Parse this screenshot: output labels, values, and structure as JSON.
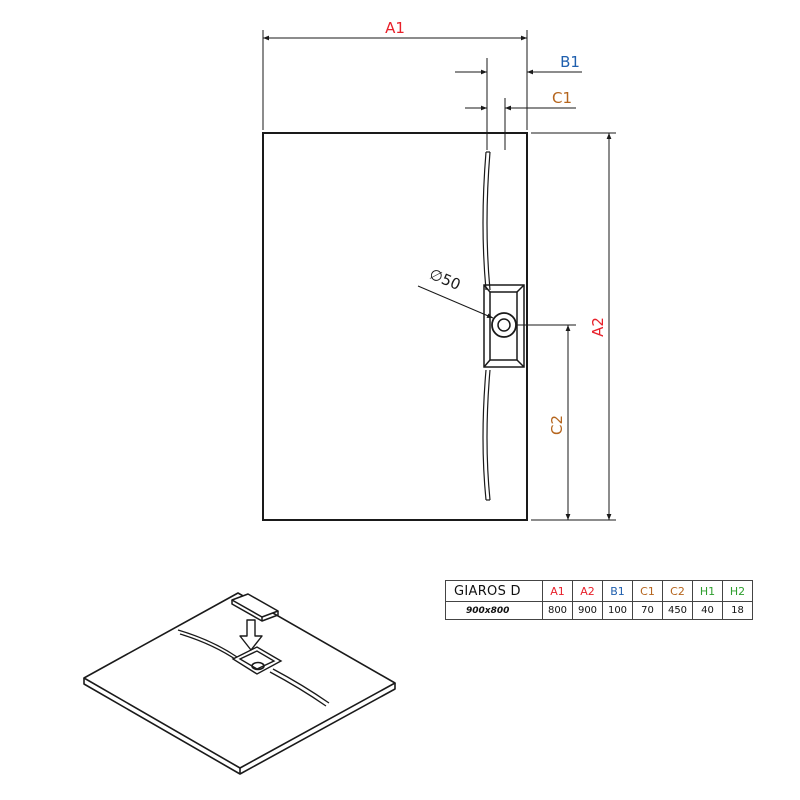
{
  "colors": {
    "line": "#1a1a1a",
    "A": "#e8202a",
    "B": "#1f5fae",
    "C": "#b5651d",
    "H": "#2e9e2e"
  },
  "drawing": {
    "dimension_labels": {
      "A1": "A1",
      "A2": "A2",
      "B1": "B1",
      "C1": "C1",
      "C2": "C2"
    },
    "drain_diameter_label": "∅50"
  },
  "spec_table": {
    "model": "GIAROS D",
    "size": "900x800",
    "columns": [
      {
        "key": "A1",
        "label": "A1",
        "value": "800",
        "color": "#e8202a"
      },
      {
        "key": "A2",
        "label": "A2",
        "value": "900",
        "color": "#e8202a"
      },
      {
        "key": "B1",
        "label": "B1",
        "value": "100",
        "color": "#1f5fae"
      },
      {
        "key": "C1",
        "label": "C1",
        "value": "70",
        "color": "#b5651d"
      },
      {
        "key": "C2",
        "label": "C2",
        "value": "450",
        "color": "#b5651d"
      },
      {
        "key": "H1",
        "label": "H1",
        "value": "40",
        "color": "#2e9e2e"
      },
      {
        "key": "H2",
        "label": "H2",
        "value": "18",
        "color": "#2e9e2e"
      }
    ]
  },
  "isometric": {
    "icons": [
      "drain-cover-icon",
      "insert-arrow-icon"
    ]
  }
}
